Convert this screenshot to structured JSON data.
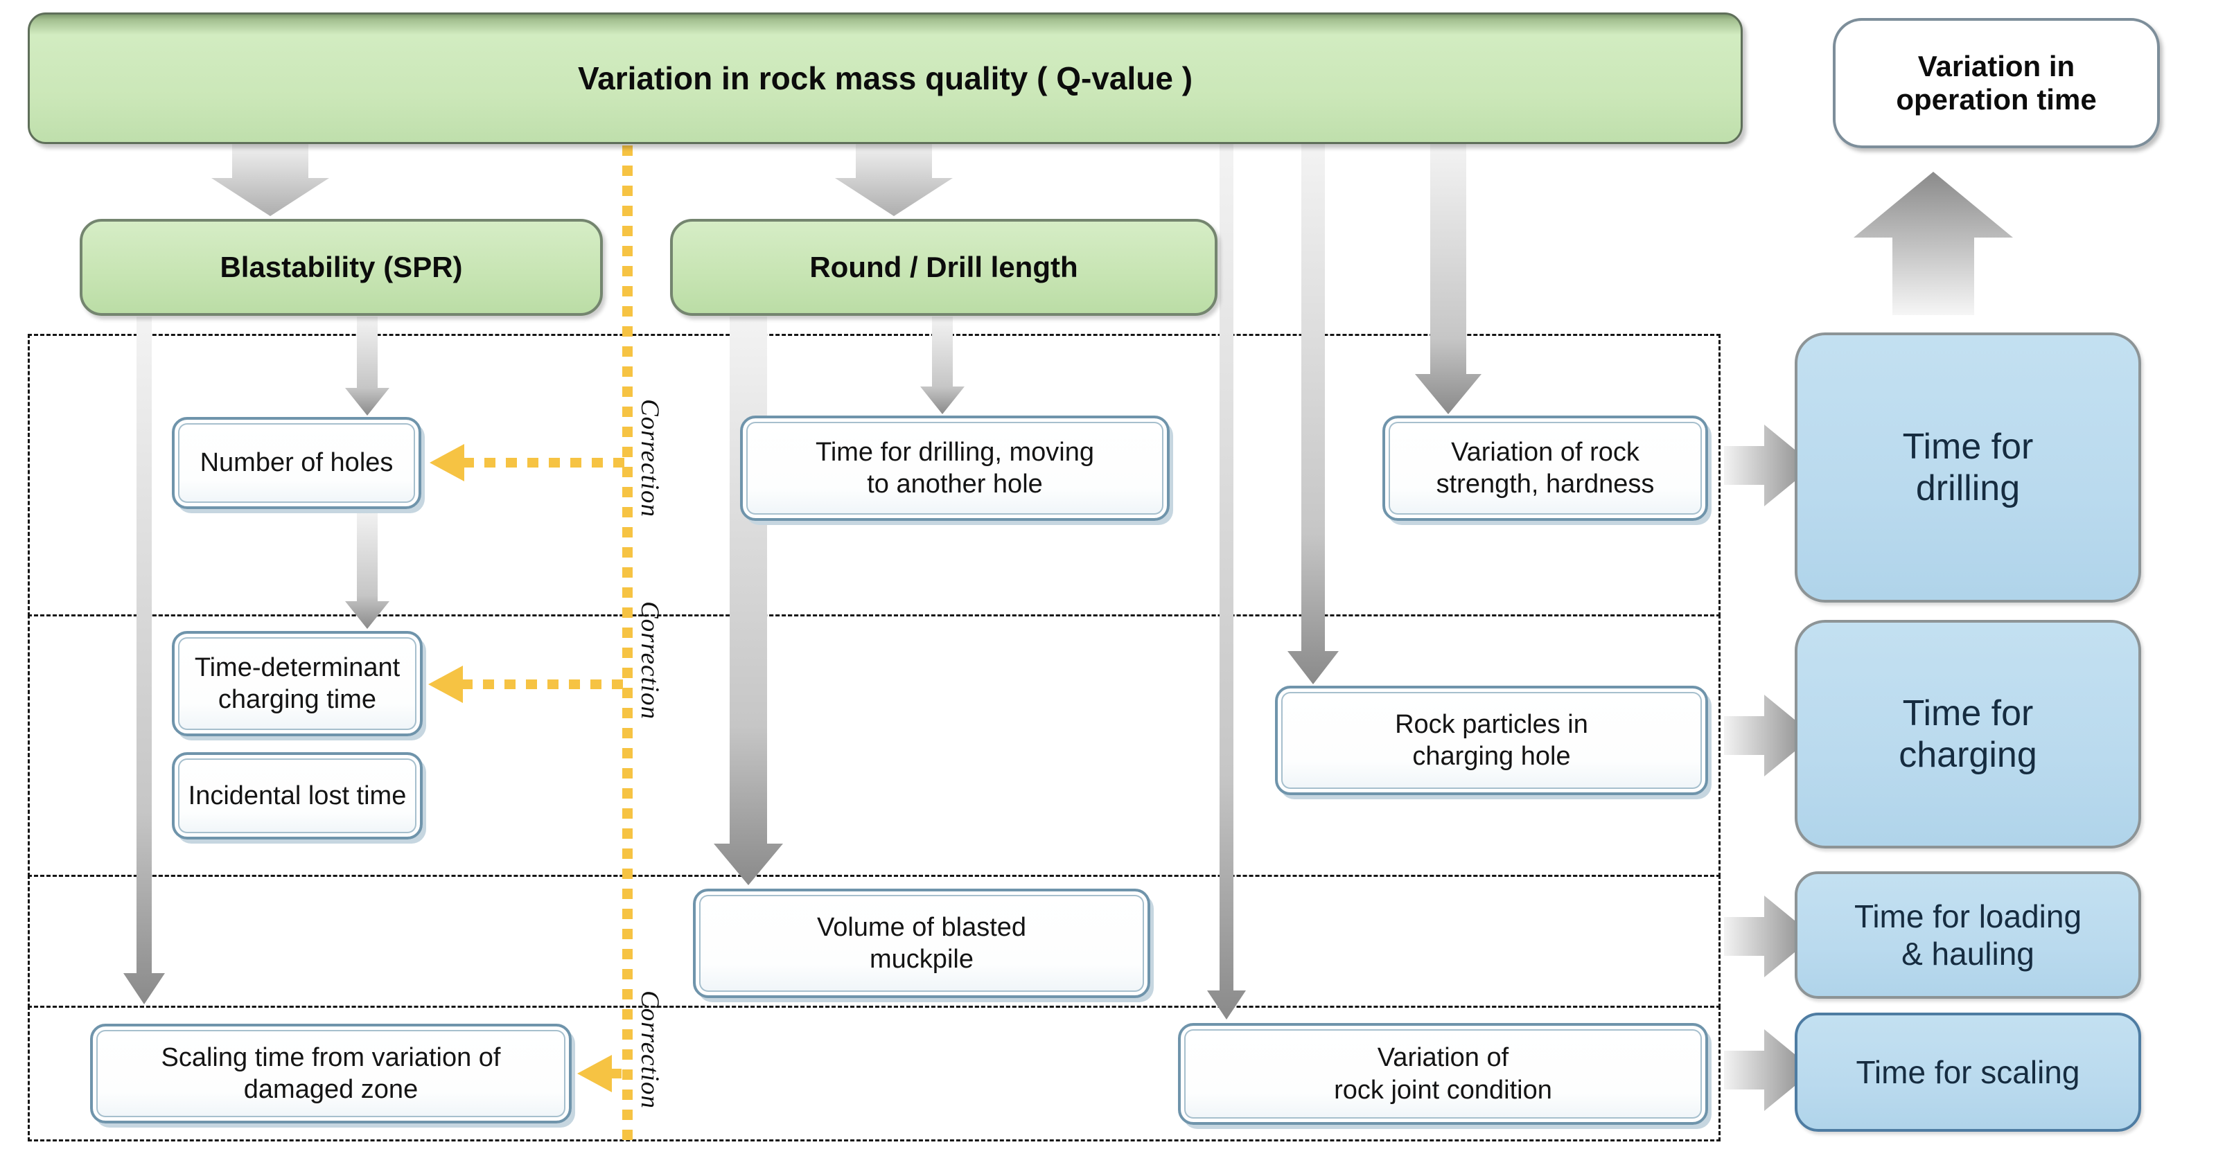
{
  "title_banner": {
    "label": "Variation in rock mass quality ( Q-value )"
  },
  "operation_time_box": {
    "label": "Variation in\noperation time"
  },
  "level2_boxes": [
    {
      "label": "Blastability (SPR)"
    },
    {
      "label": "Round / Drill length"
    }
  ],
  "factor_boxes": [
    {
      "label": "Number of holes"
    },
    {
      "label": "Time for drilling, moving\nto another hole"
    },
    {
      "label": "Variation of rock\nstrength, hardness"
    },
    {
      "label": "Time-determinant\ncharging time"
    },
    {
      "label": "Incidental lost time"
    },
    {
      "label": "Rock particles in\ncharging hole"
    },
    {
      "label": "Volume of blasted\nmuckpile"
    },
    {
      "label": "Scaling time from variation of\ndamaged zone"
    },
    {
      "label": "Variation of\nrock joint condition"
    }
  ],
  "output_boxes": [
    {
      "label": "Time for\ndrilling"
    },
    {
      "label": "Time for\ncharging"
    },
    {
      "label": "Time for loading\n& hauling"
    },
    {
      "label": "Time for scaling"
    }
  ],
  "correction_labels": [
    {
      "label": "Correction"
    },
    {
      "label": "Correction"
    },
    {
      "label": "Correction"
    }
  ],
  "colors": {
    "banner_green": "#cbe7b8",
    "level2_green": "#c8e5b4",
    "output_blue": "#badaee",
    "white_box_border": "#6f94ab",
    "correction_yellow": "#f6c343",
    "arrow_gray": "#8a8a8a",
    "dashed_border": "#161616"
  }
}
